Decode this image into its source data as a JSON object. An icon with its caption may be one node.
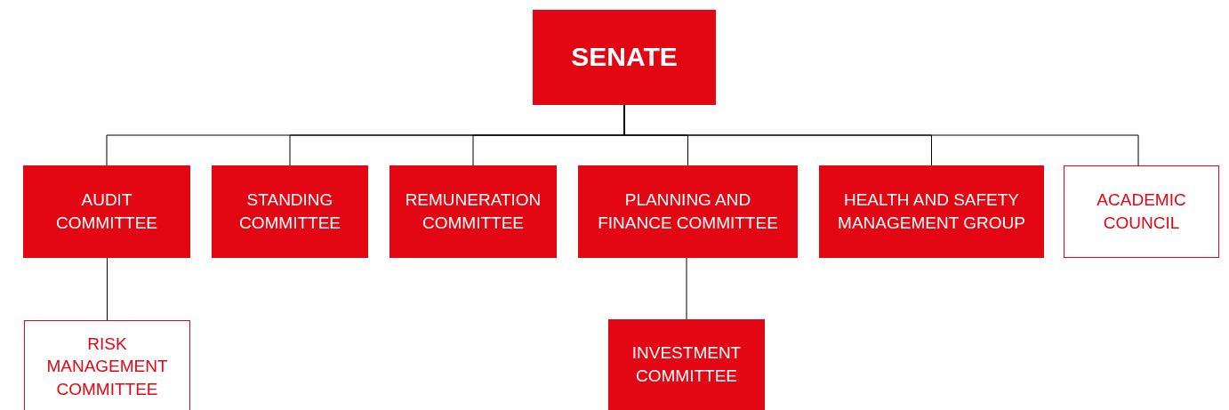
{
  "diagram": {
    "nodes": [
      {
        "text": [
          "SENATE"
        ]
      },
      {
        "text": [
          "AUDIT COMMITTEE"
        ]
      },
      {
        "text": [
          "STANDING COMMITTEE"
        ]
      },
      {
        "text": [
          "REMUNERATION COMMITTEE"
        ]
      },
      {
        "text": [
          "PLANNING AND FINANCE COMMITTEE"
        ]
      },
      {
        "text": [
          "HEALTH AND SAFETY MANAGEMENT GROUP"
        ]
      },
      {
        "text": [
          "ACADEMIC COUNCIL"
        ]
      },
      {
        "text": [
          "RISK MANAGEMENT COMMITTEE"
        ]
      },
      {
        "text": [
          "INVESTMENT COMMITTEE"
        ]
      }
    ],
    "edges": [
      {
        "from": 0,
        "to": 1,
        "arrow": "none"
      },
      {
        "from": 0,
        "to": 2,
        "arrow": "none"
      },
      {
        "from": 0,
        "to": 3,
        "arrow": "none"
      },
      {
        "from": 0,
        "to": 4,
        "arrow": "none"
      },
      {
        "from": 0,
        "to": 5,
        "arrow": "none"
      },
      {
        "from": 0,
        "to": 6,
        "arrow": "none"
      },
      {
        "from": 1,
        "to": 7,
        "arrow": "none"
      },
      {
        "from": 4,
        "to": 8,
        "arrow": "none"
      }
    ]
  }
}
